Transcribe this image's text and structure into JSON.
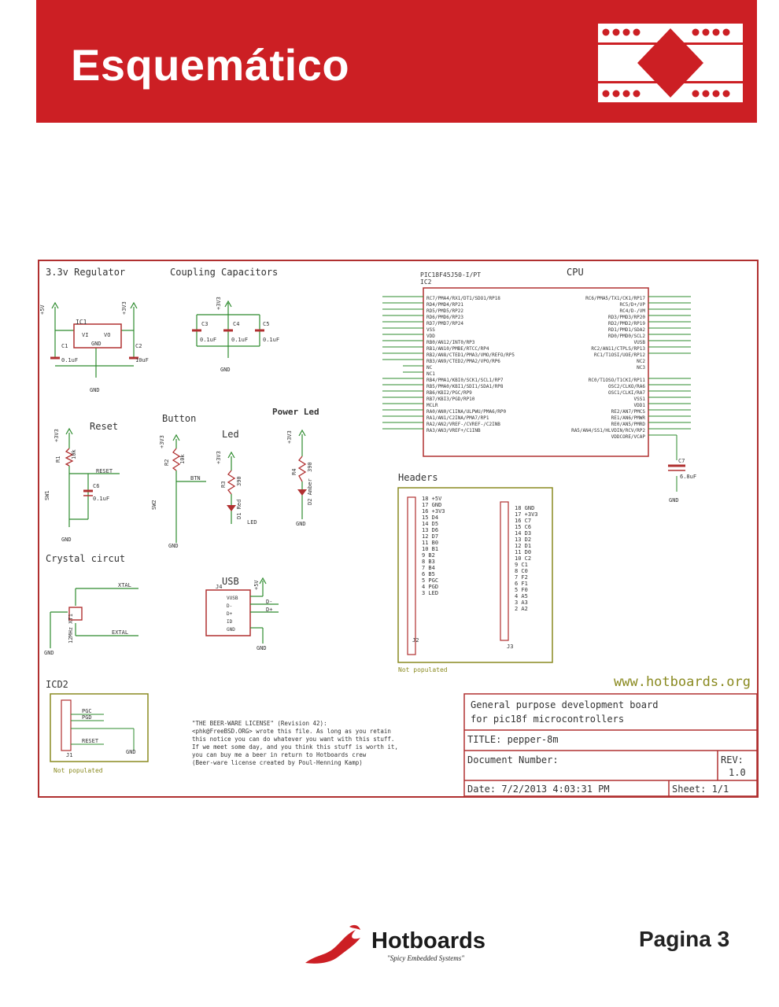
{
  "header": {
    "title": "Esquemático",
    "accent_color": "#cc1f24"
  },
  "schematic": {
    "sections": {
      "regulator": "3.3v Regulator",
      "coupling": "Coupling Capacitors",
      "cpu": "CPU",
      "reset": "Reset",
      "button": "Button",
      "power_led": "Power Led",
      "led": "Led",
      "headers": "Headers",
      "crystal": "Crystal circut",
      "usb": "USB",
      "icd2": "ICD2"
    },
    "ic2": {
      "part": "PIC18F45J50-I/PT",
      "ref": "IC2"
    },
    "url": "www.hotboards.org",
    "license": [
      "\"THE BEER-WARE LICENSE\" (Revision 42):",
      "<phk@FreeBSD.ORG> wrote this file. As long as you retain",
      "this notice you can do whatever you want with this stuff.",
      "If we meet some day, and you think this stuff is worth it,",
      "you can buy me a beer in return to Hotboards crew",
      "(Beer-ware license created by Poul-Henning Kamp)"
    ],
    "not_populated": "Not populated",
    "title_block": {
      "description_line1": "General purpose development board",
      "description_line2": "for pic18f microcontrollers",
      "title": "TITLE:  pepper-8m",
      "doc_number": "Document Number:",
      "rev_label": "REV:",
      "rev_value": "1.0",
      "date": "Date: 7/2/2013 4:03:31 PM",
      "sheet": "Sheet: 1/1"
    },
    "colors": {
      "frame": "#b03030",
      "wire": "#2e8b2e",
      "part": "#b03030",
      "text": "#333333",
      "header_box": "#8a8a20"
    }
  },
  "footer": {
    "brand": "Hotboards",
    "tagline": "\"Spicy Embedded Systems\"",
    "page": "Pagina 3"
  }
}
